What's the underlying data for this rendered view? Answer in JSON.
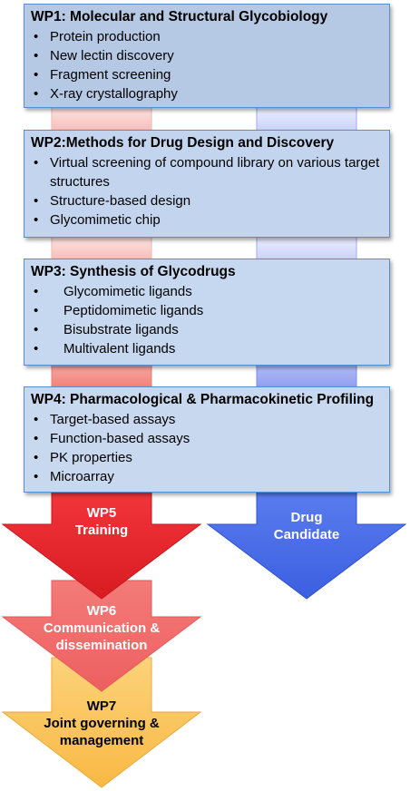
{
  "work_packages": [
    {
      "title": "WP1: Molecular and Structural Glycobiology",
      "items": [
        "Protein production",
        "New lectin discovery",
        "Fragment screening",
        "X-ray crystallography"
      ]
    },
    {
      "title": "WP2:Methods for Drug Design and Discovery",
      "items": [
        "Virtual screening of compound library on various target structures",
        "Structure-based design",
        "Glycomimetic chip"
      ]
    },
    {
      "title": "WP3: Synthesis of Glycodrugs",
      "items": [
        "Glycomimetic ligands",
        "Peptidomimetic ligands",
        "Bisubstrate ligands",
        "Multivalent ligands"
      ]
    },
    {
      "title": "WP4: Pharmacological & Pharmacokinetic Profiling",
      "items": [
        "Target-based assays",
        "Function-based assays",
        "PK properties",
        "Microarray"
      ]
    }
  ],
  "arrows": {
    "wp5": {
      "line1": "WP5",
      "line2": "Training",
      "color": "#e8242a"
    },
    "drug": {
      "line1": "Drug",
      "line2": "Candidate",
      "color": "#4a6ee8"
    },
    "wp6": {
      "line1": "WP6",
      "line2": "Communication &",
      "line3": "dissemination",
      "color": "#f06a6a"
    },
    "wp7": {
      "line1": "WP7",
      "line2": "Joint governing &",
      "line3": "management",
      "color": "#fbc85f"
    }
  }
}
